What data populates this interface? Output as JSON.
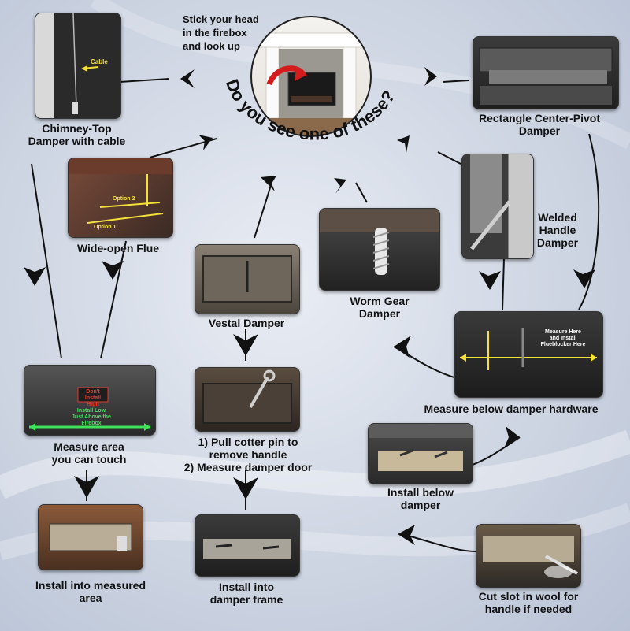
{
  "hero": {
    "intro": [
      "Stick your head",
      "in the firebox",
      "and look up"
    ],
    "question": "Do you see one of these?"
  },
  "nodes": {
    "chimney_top": {
      "caption": [
        "Chimney-Top",
        "Damper with cable"
      ],
      "label": "Cable"
    },
    "rect_pivot": {
      "caption": [
        "Rectangle Center-Pivot",
        "Damper"
      ]
    },
    "wide_open": {
      "caption": [
        "Wide-open Flue"
      ],
      "label_a": "Option 2",
      "label_b": "Option 1"
    },
    "welded": {
      "caption": [
        "Welded",
        "Handle",
        "Damper"
      ]
    },
    "worm": {
      "caption": [
        "Worm Gear",
        "Damper"
      ]
    },
    "vestal": {
      "caption": [
        "Vestal Damper"
      ]
    },
    "measure_below": {
      "caption": [
        "Measure below damper hardware"
      ],
      "label": [
        "Measure Here",
        "and Install",
        "Flueblocker Here"
      ]
    },
    "measure_touch": {
      "caption": [
        "Measure area",
        "you can touch"
      ],
      "label_top": [
        "Don't",
        "Install",
        "High"
      ],
      "label_bottom": [
        "Install Low",
        "Just Above the",
        "Firebox"
      ]
    },
    "pull_pin": {
      "caption": [
        "1) Pull cotter pin to",
        "remove handle",
        "2) Measure damper door"
      ]
    },
    "install_below": {
      "caption": [
        "Install below",
        "damper"
      ]
    },
    "install_measured": {
      "caption": [
        "Install into measured",
        "area"
      ]
    },
    "install_frame": {
      "caption": [
        "Install into",
        "damper frame"
      ]
    },
    "cut_slot": {
      "caption": [
        "Cut slot in wool for",
        "handle if needed"
      ]
    }
  },
  "colors": {
    "accent_yellow": "#f5e13a",
    "accent_green": "#3ee35a",
    "accent_red": "#e33b2b",
    "ink": "#111111"
  }
}
